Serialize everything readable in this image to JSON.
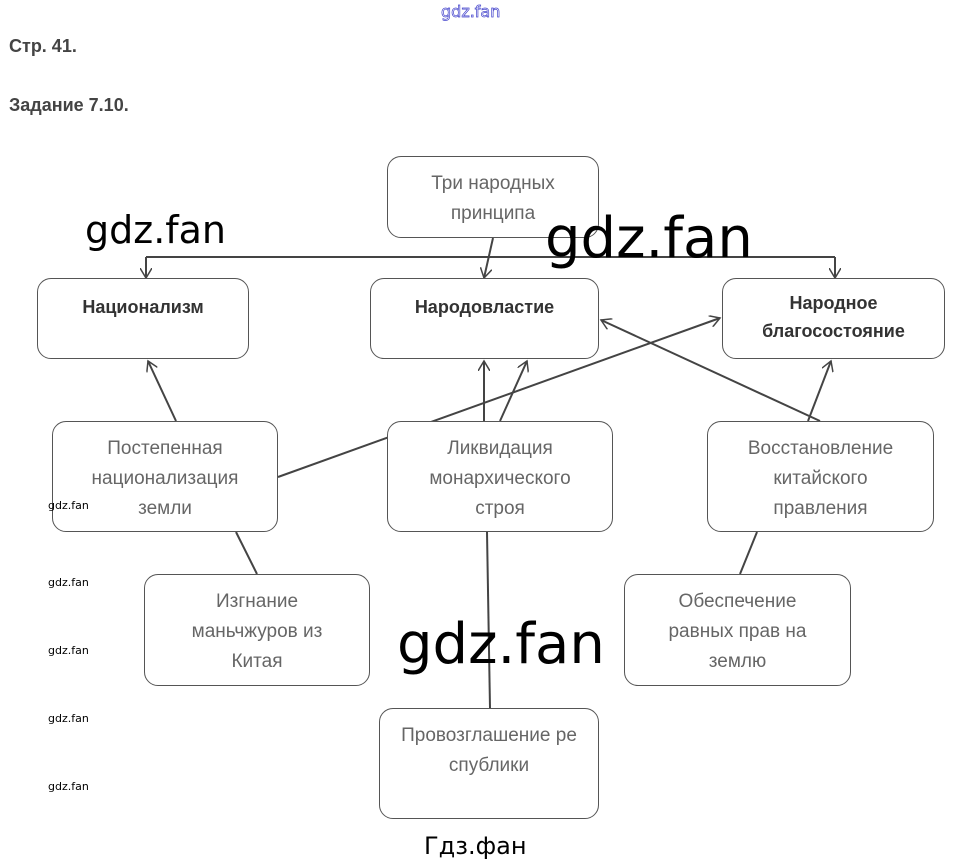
{
  "header": {
    "page": "Стр. 41.",
    "task": "Задание 7.10."
  },
  "diagram": {
    "root": "Три народных принципа",
    "principles": [
      "Национализм",
      "Народовластие",
      "Народное благосостояние"
    ],
    "measures": [
      "Постепенная национализация земли",
      "Ликвидация монархического строя",
      "Восстановление китайского правления"
    ],
    "sub_measures": [
      "Изгнание маньчжуров из Китая",
      "Обеспечение равных прав на землю",
      "Провозглашение республики"
    ]
  },
  "watermarks": {
    "top": "gdz.fan",
    "large": "gdz.fan",
    "small": "gdz.fan",
    "footer": "Гдз.фан"
  },
  "colors": {
    "line": "#444444",
    "border": "#555555",
    "watermark_top": "#4444cc"
  }
}
